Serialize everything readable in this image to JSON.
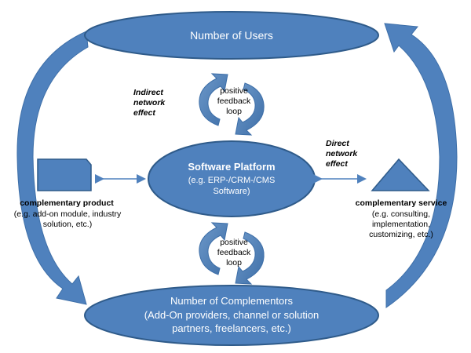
{
  "nodes": {
    "users": {
      "label": "Number of Users"
    },
    "platform": {
      "title": "Software Platform",
      "subtitle": "(e.g. ERP-/CRM-/CMS Software)"
    },
    "complementors": {
      "title": "Number of Complementors",
      "subtitle": "(Add-On providers, channel or solution partners, freelancers, etc.)"
    }
  },
  "left_product": {
    "title": "complementary product",
    "desc": "(e.g. add-on module, industry solution, etc.)"
  },
  "right_service": {
    "title": "complementary service",
    "desc": "(e.g. consulting, implementation, customizing, etc.)"
  },
  "effects": {
    "indirect": "Indirect network effect",
    "direct": "Direct network effect"
  },
  "loops": {
    "top": "positive feedback loop",
    "bottom": "positive feedback loop"
  },
  "colors": {
    "fill": "#4f81bd",
    "stroke": "#2f5b8a",
    "text_on_fill": "#ffffff"
  }
}
